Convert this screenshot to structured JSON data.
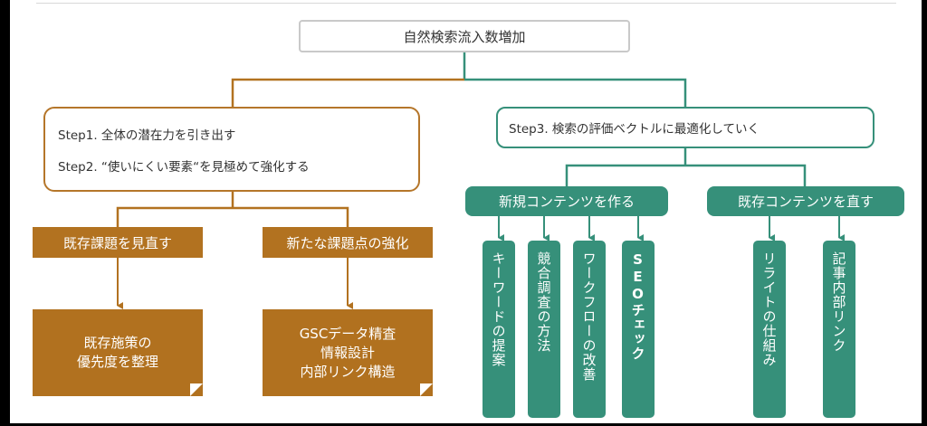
{
  "root": {
    "label": "自然検索流入数増加"
  },
  "left_branch": {
    "step1": "Step1. 全体の潜在力を引き出す",
    "step2": "Step2. “使いにくい要素“を見極めて強化する",
    "children": [
      {
        "label": "既存課題を見直す",
        "note_lines": [
          "既存施策の",
          "優先度を整理"
        ]
      },
      {
        "label": "新たな課題点の強化",
        "note_lines": [
          "GSCデータ精査",
          "情報設計",
          "内部リンク構造"
        ]
      }
    ],
    "color": "#b27220"
  },
  "right_branch": {
    "step3": "Step3. 検索の評価ベクトルに最適化していく",
    "groups": [
      {
        "label": "新規コンテンツを作る",
        "items": [
          "キーワードの提案",
          "競合調査の方法",
          "ワークフローの改善",
          "SEOチェック"
        ]
      },
      {
        "label": "既存コンテンツを直す",
        "items": [
          "リライトの仕組み",
          "記事内部リンク"
        ]
      }
    ],
    "color": "#36907a"
  }
}
